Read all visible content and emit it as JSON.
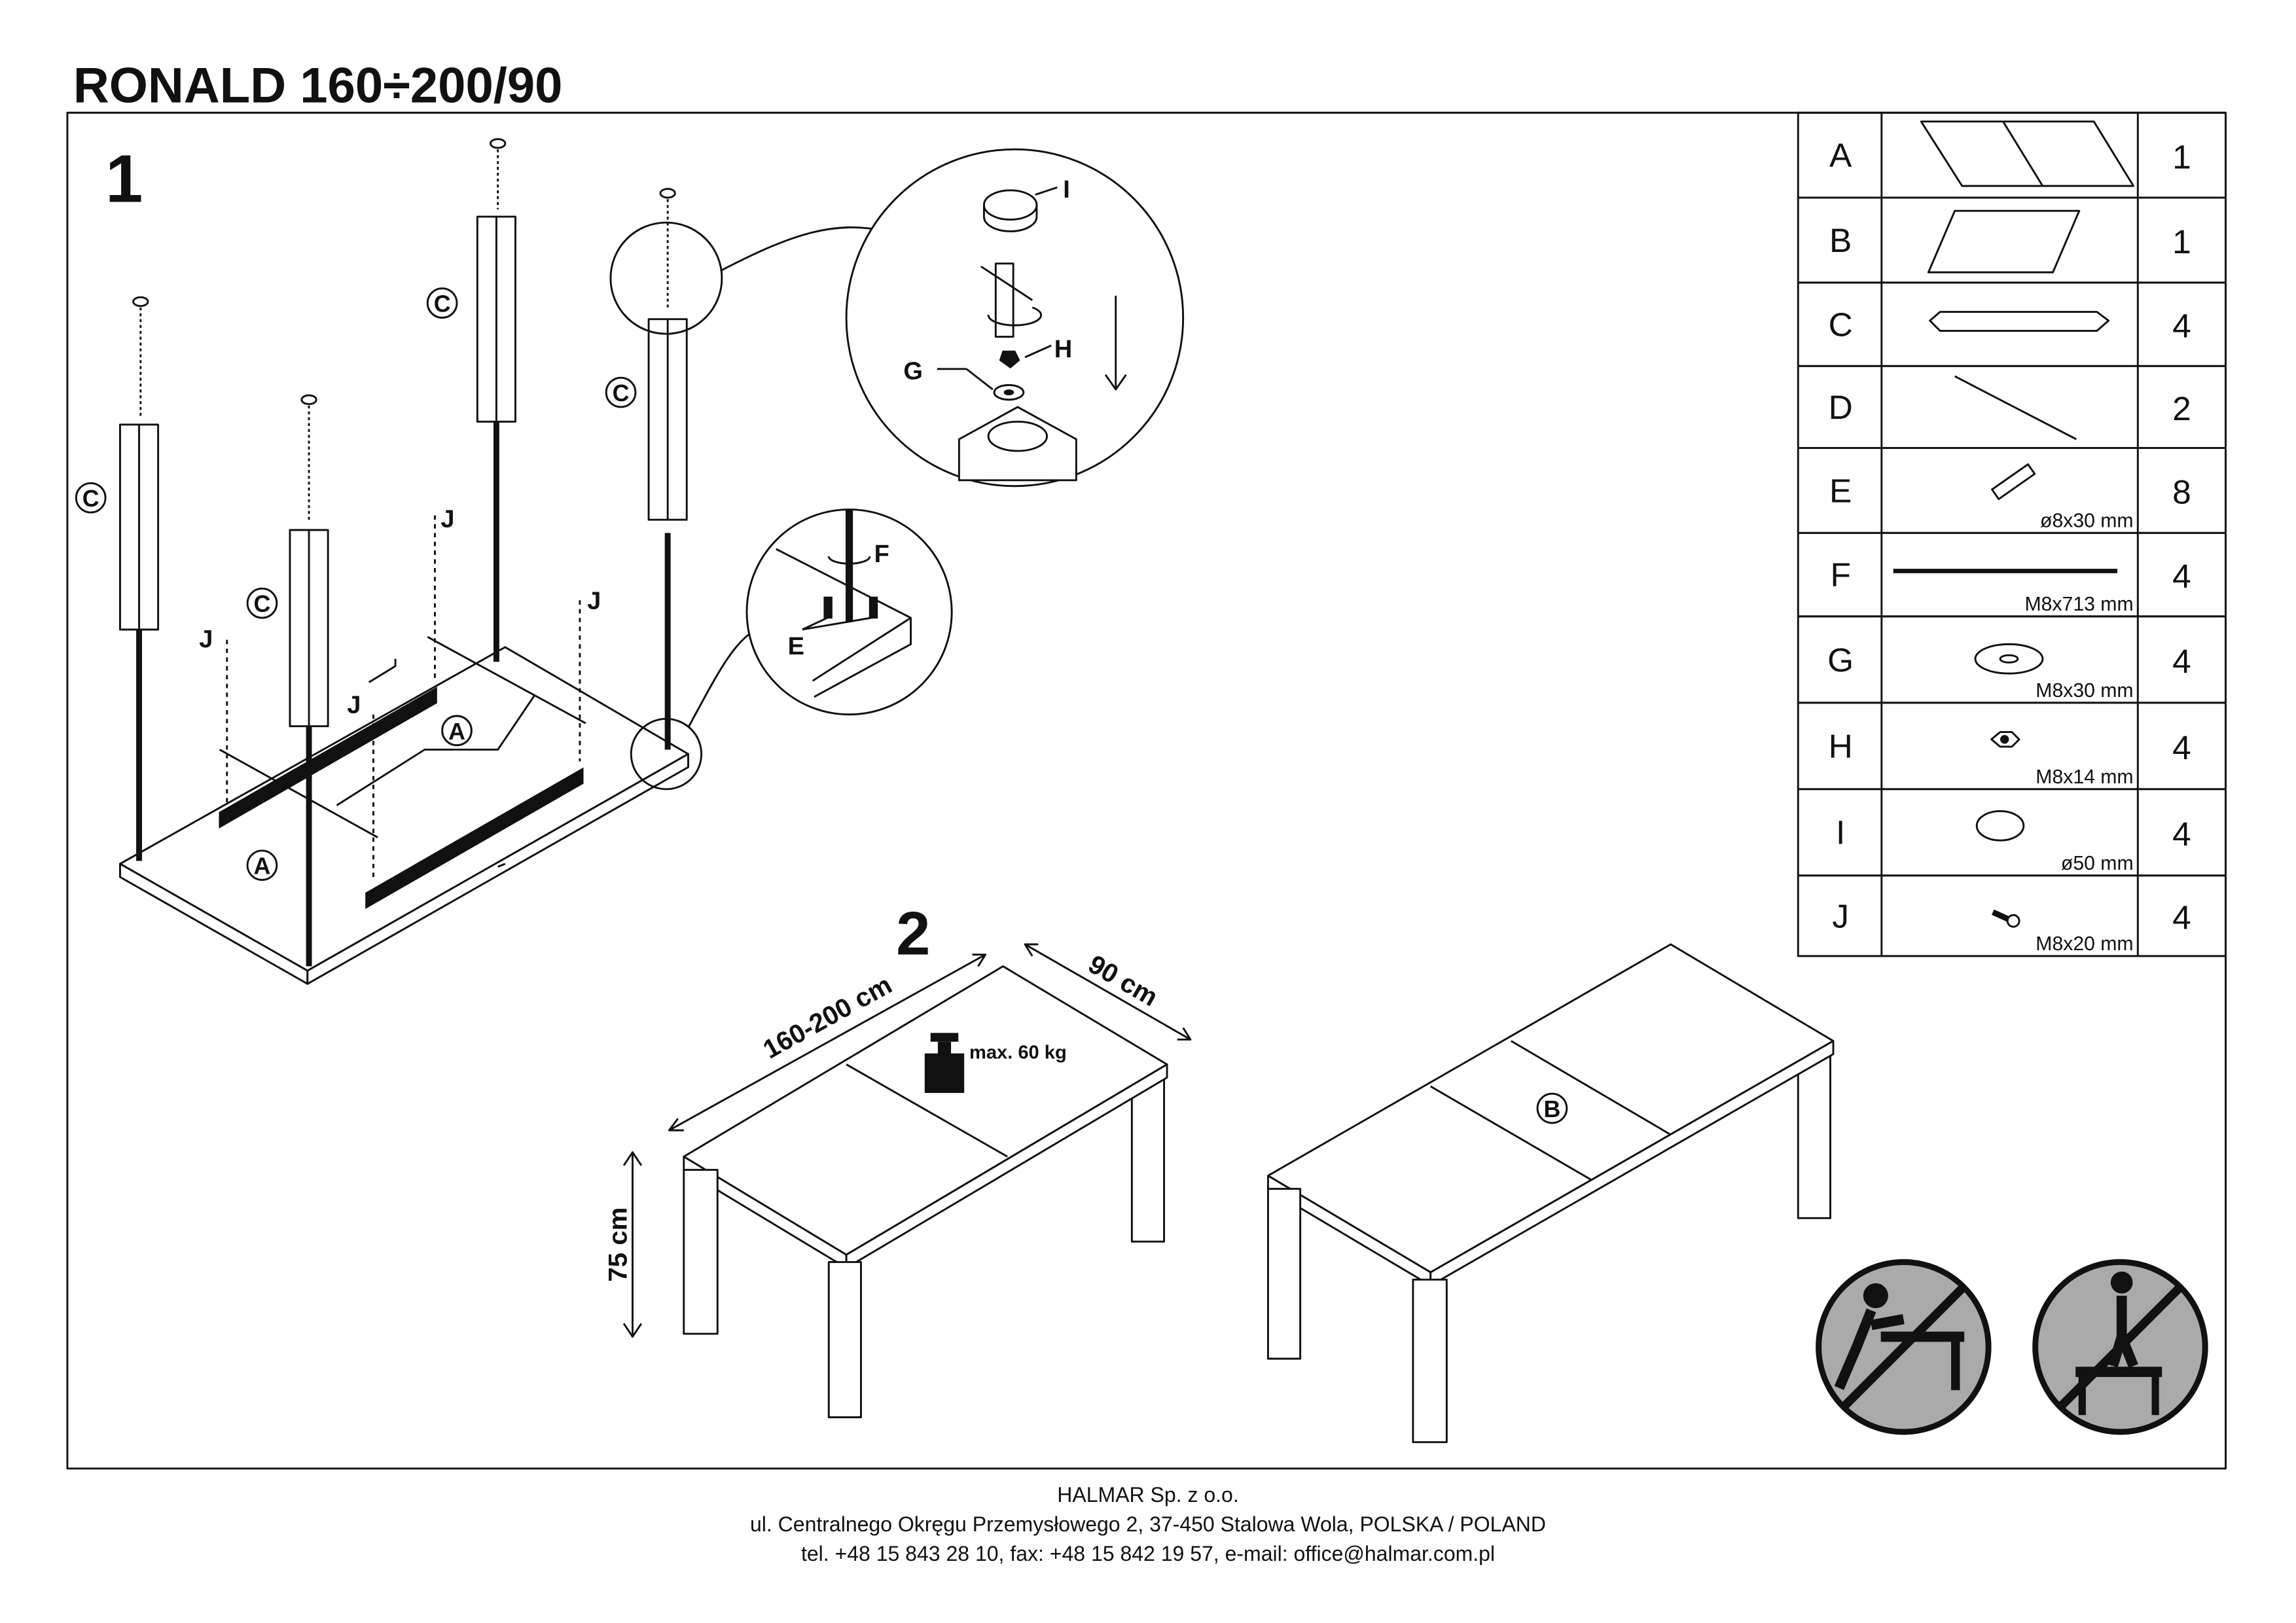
{
  "title": "RONALD 160÷200/90",
  "steps": {
    "step1": "1",
    "step2": "2"
  },
  "parts": [
    {
      "letter": "A",
      "size": "",
      "qty": "1"
    },
    {
      "letter": "B",
      "size": "",
      "qty": "1"
    },
    {
      "letter": "C",
      "size": "",
      "qty": "4"
    },
    {
      "letter": "D",
      "size": "",
      "qty": "2"
    },
    {
      "letter": "E",
      "size": "ø8x30 mm",
      "qty": "8"
    },
    {
      "letter": "F",
      "size": "M8x713 mm",
      "qty": "4"
    },
    {
      "letter": "G",
      "size": "M8x30 mm",
      "qty": "4"
    },
    {
      "letter": "H",
      "size": "M8x14 mm",
      "qty": "4"
    },
    {
      "letter": "I",
      "size": "ø50 mm",
      "qty": "4"
    },
    {
      "letter": "J",
      "size": "M8x20 mm",
      "qty": "4"
    }
  ],
  "callouts": {
    "C": "C",
    "J": "J",
    "A": "A",
    "B": "B",
    "E": "E",
    "F": "F",
    "G": "G",
    "H": "H",
    "I": "I"
  },
  "dimensions": {
    "length": "160-200 cm",
    "width": "90 cm",
    "height": "75 cm",
    "max_load": "max. 60 kg"
  },
  "footer": {
    "company": "HALMAR Sp. z o.o.",
    "address": "ul. Centralnego Okręgu Przemysłowego 2, 37-450 Stalowa Wola, POLSKA / POLAND",
    "contact": "tel. +48 15 843 28 10, fax: +48 15 842 19 57, e-mail: office@halmar.com.pl"
  }
}
